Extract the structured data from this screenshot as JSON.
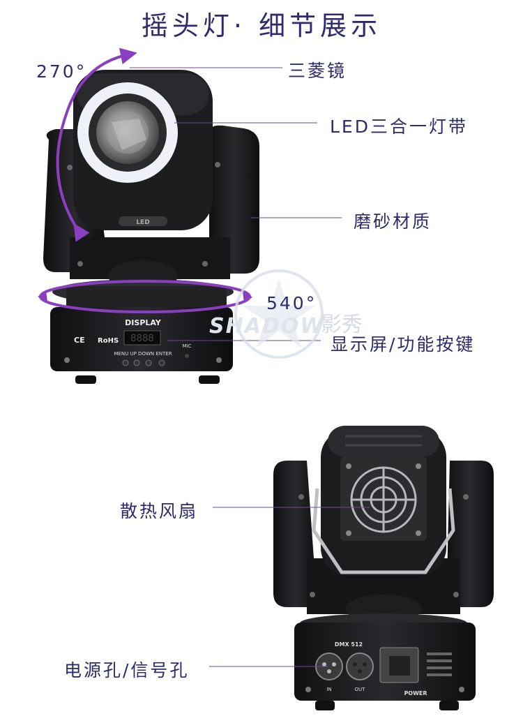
{
  "title": "摇头灯· 细节展示",
  "angles": {
    "tilt": "270°",
    "pan": "540°"
  },
  "callouts": {
    "lens": "三菱镜",
    "led_strip": "LED三合一灯带",
    "frosted": "磨砂材质",
    "display": "显示屏/功能按键",
    "fan": "散热风扇",
    "ports": "电源孔/信号孔"
  },
  "panel": {
    "display": "DISPLAY",
    "ce": "CE",
    "rohs": "RoHS",
    "buttons": "MENU  UP  DOWN ENTER",
    "mic": "MIC",
    "dmx": "DMX 512",
    "in": "IN",
    "out": "OUT",
    "power": "POWER",
    "head_led": "LED"
  },
  "watermark": {
    "latin": "SHADOW",
    "cjk": "影秀"
  },
  "colors": {
    "accent": "#8a3fc2",
    "text": "#2e2a6e",
    "body": "#1c1c1e"
  }
}
